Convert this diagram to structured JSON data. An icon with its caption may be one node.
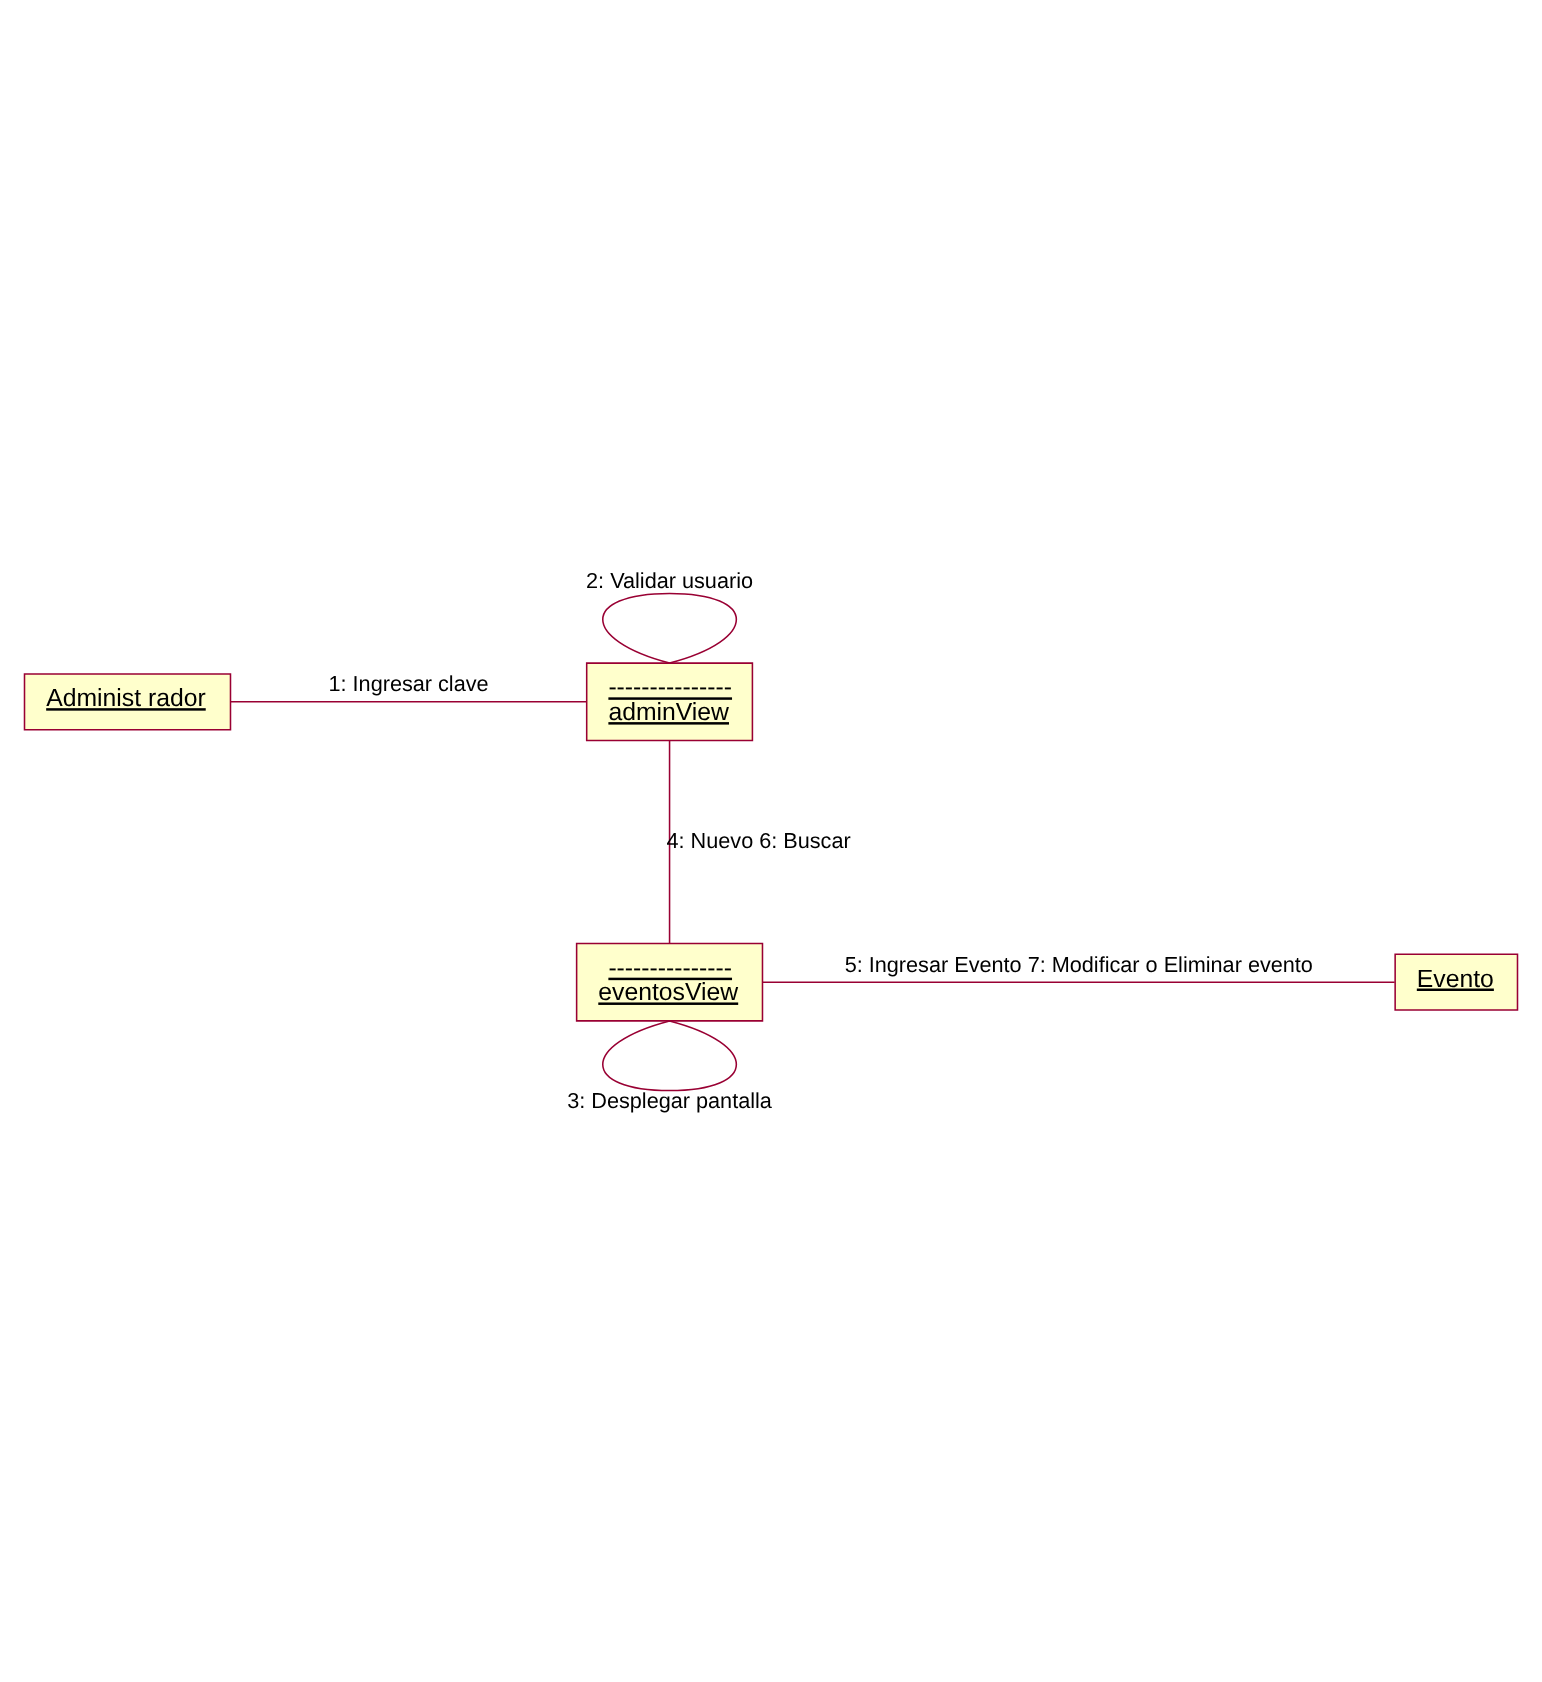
{
  "diagram": {
    "nodes": [
      {
        "text": [
          "Administ rador"
        ]
      },
      {
        "text": [
          "---------------",
          "adminView"
        ]
      },
      {
        "text": [
          "Evento"
        ]
      },
      {
        "text": [
          "---------------",
          "eventosView"
        ]
      }
    ],
    "edges": [
      {
        "from": 0,
        "to": 1,
        "arrow": "none",
        "label": "1: Ingresar clave"
      },
      {
        "from": 1,
        "to": 1,
        "arrow": "none",
        "label": "2: Validar usuario"
      },
      {
        "from": 1,
        "to": 3,
        "arrow": "none",
        "label": "4: Nuevo 6: Buscar"
      },
      {
        "from": 3,
        "to": 3,
        "arrow": "none",
        "label": "3: Desplegar pantalla"
      },
      {
        "from": 3,
        "to": 2,
        "arrow": "none",
        "label": "5: Ingresar Evento 7: Modificar o Eliminar evento"
      }
    ]
  }
}
